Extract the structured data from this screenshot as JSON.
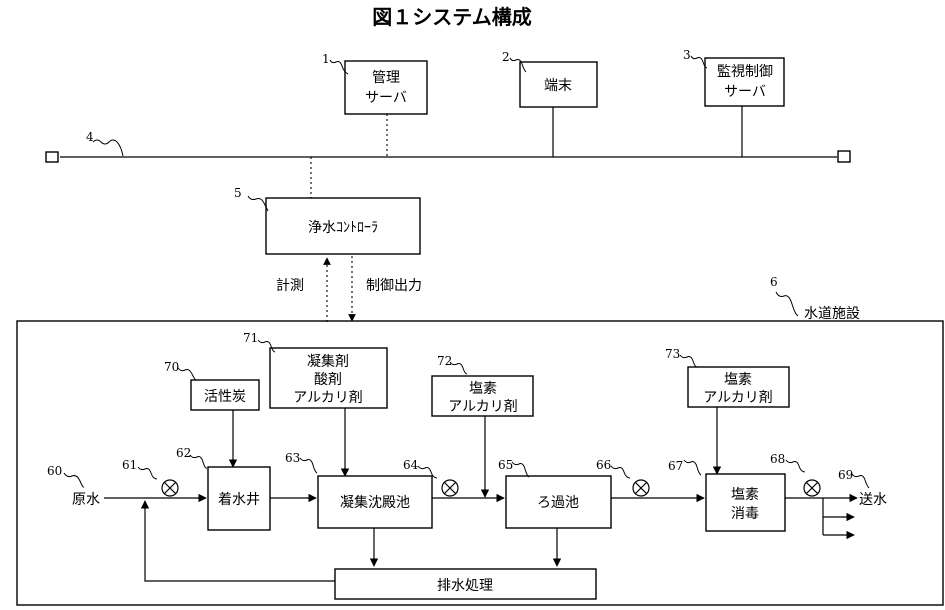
{
  "title": "図１システム構成",
  "nodes": {
    "mgmt_server": {
      "num": "1",
      "lines": [
        "管理",
        "サーバ"
      ]
    },
    "terminal": {
      "num": "2",
      "lines": [
        "端末"
      ]
    },
    "monitor_server": {
      "num": "3",
      "lines": [
        "監視制御",
        "サーバ"
      ]
    },
    "network": {
      "num": "4"
    },
    "controller": {
      "num": "5",
      "lines": [
        "浄水ｺﾝﾄﾛｰﾗ"
      ]
    },
    "facility": {
      "num": "6",
      "label": "水道施設"
    },
    "raw_water": {
      "num": "60",
      "label": "原水"
    },
    "valve_61": {
      "num": "61"
    },
    "receiving_well": {
      "num": "62",
      "lines": [
        "着水井"
      ]
    },
    "coag_basin": {
      "num": "63",
      "lines": [
        "凝集沈殿池"
      ]
    },
    "valve_64": {
      "num": "64"
    },
    "filter_basin": {
      "num": "65",
      "lines": [
        "ろ過池"
      ]
    },
    "valve_66": {
      "num": "66"
    },
    "chlorine_disinfect": {
      "num": "67",
      "lines": [
        "塩素",
        "消毒"
      ]
    },
    "valve_68": {
      "num": "68"
    },
    "water_supply": {
      "num": "69",
      "label": "送水"
    },
    "activated_carbon": {
      "num": "70",
      "lines": [
        "活性炭"
      ]
    },
    "coagulant": {
      "num": "71",
      "lines": [
        "凝集剤",
        "酸剤",
        "アルカリ剤"
      ]
    },
    "chlorine_alkali_72": {
      "num": "72",
      "lines": [
        "塩素",
        "アルカリ剤"
      ]
    },
    "chlorine_alkali_73": {
      "num": "73",
      "lines": [
        "塩素",
        "アルカリ剤"
      ]
    },
    "wastewater": {
      "lines": [
        "排水処理"
      ]
    }
  },
  "signals": {
    "measure": "計測",
    "control": "制御出力"
  }
}
